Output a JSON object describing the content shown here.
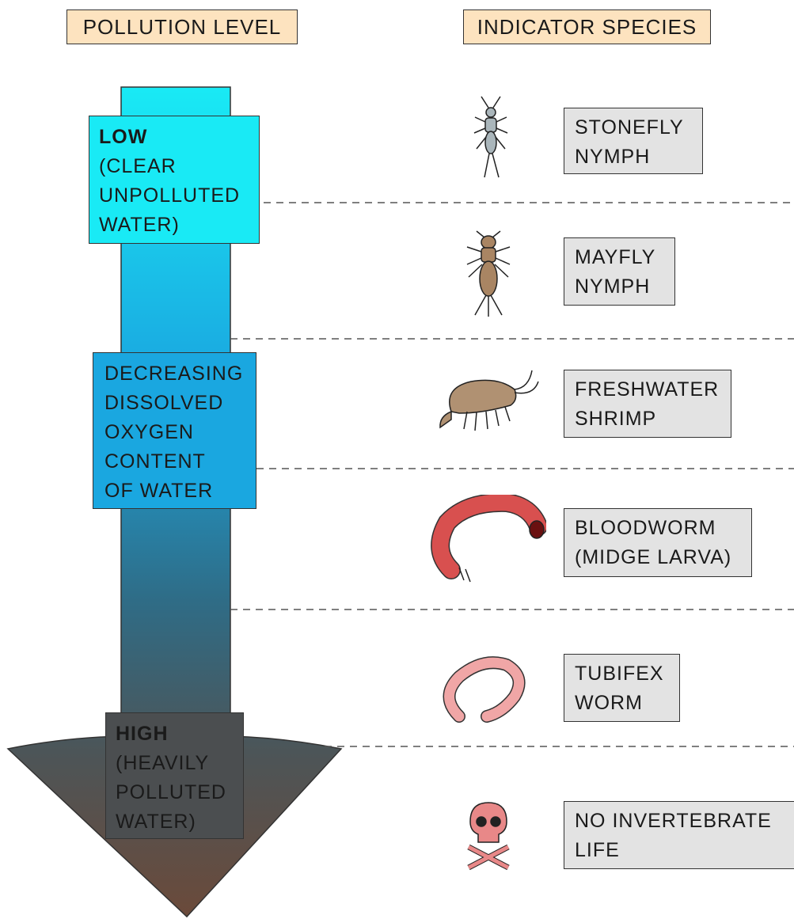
{
  "headers": {
    "pollution_level": "POLLUTION LEVEL",
    "indicator_species": "INDICATOR SPECIES"
  },
  "levels": {
    "low": {
      "title": "LOW",
      "description": "(CLEAR\nUNPOLLUTED\nWATER)"
    },
    "middle": {
      "description": "DECREASING\nDISSOLVED\nOXYGEN\nCONTENT\nOF WATER"
    },
    "high": {
      "title": "HIGH",
      "description": "(HEAVILY\nPOLLUTED\nWATER)"
    }
  },
  "species": [
    {
      "label": "STONEFLY\nNYMPH",
      "icon": "stonefly-nymph-icon"
    },
    {
      "label": "MAYFLY\nNYMPH",
      "icon": "mayfly-nymph-icon"
    },
    {
      "label": "FRESHWATER\nSHRIMP",
      "icon": "freshwater-shrimp-icon"
    },
    {
      "label": "BLOODWORM\n(MIDGE LARVA)",
      "icon": "bloodworm-icon"
    },
    {
      "label": "TUBIFEX\nWORM",
      "icon": "tubifex-worm-icon"
    },
    {
      "label": "NO INVERTEBRATE\nLIFE",
      "icon": "skull-crossbones-icon"
    }
  ],
  "colors": {
    "header_fill": "#fde3bf",
    "arrow_top": "#19eaf5",
    "arrow_mid": "#1aa7e0",
    "arrow_bottom": "#6b4a3a",
    "species_box": "#e3e3e3"
  }
}
